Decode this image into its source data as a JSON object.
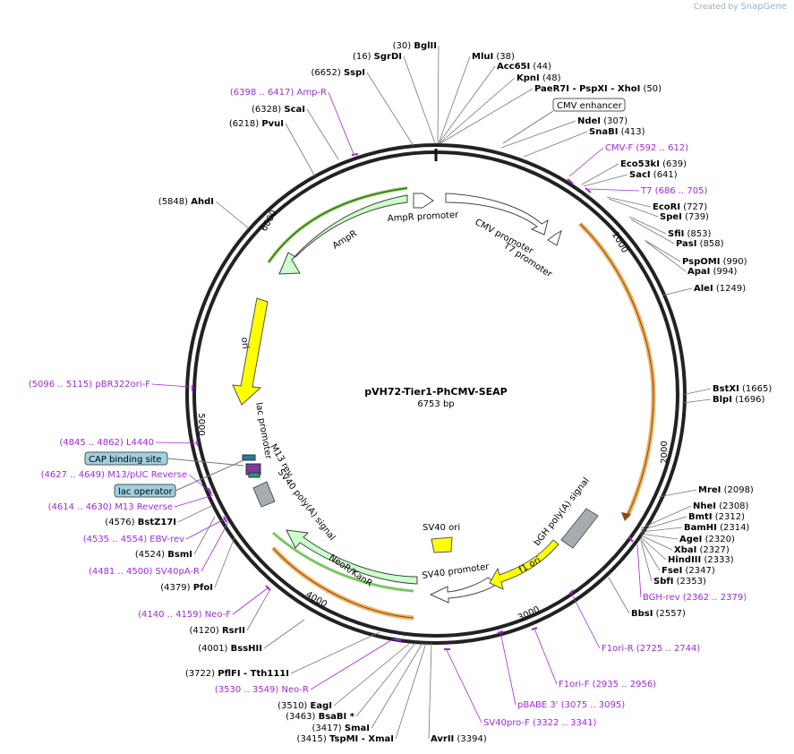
{
  "watermark": {
    "prefix": "Created by",
    "brand": "SnapGene"
  },
  "plasmid": {
    "name": "pVH72-Tier1-PhCMV-SEAP",
    "length_label": "6753 bp"
  },
  "colors": {
    "primer": "#a02ad8",
    "feature_outline": "#333333",
    "amp": "#ccffcc",
    "ori": "#ffff00",
    "grey": "#a8abb0",
    "lac_box": "#9fd0e0",
    "orf_orange": "#f0b060"
  },
  "ticks": [
    "1000",
    "2000",
    "3000",
    "4000",
    "5000",
    "6000"
  ],
  "sites": [
    {
      "pos": "(30)",
      "name": "BglII"
    },
    {
      "pos": "(16)",
      "name": "SgrDI"
    },
    {
      "pos": "(6652)",
      "name": "SspI"
    },
    {
      "pos": "(6398 .. 6417)",
      "name": "Amp-R",
      "primer": true
    },
    {
      "pos": "(6328)",
      "name": "ScaI"
    },
    {
      "pos": "(6218)",
      "name": "PvuI"
    },
    {
      "pos": "(5848)",
      "name": "AhdI"
    },
    {
      "pos": "(5096 .. 5115)",
      "name": "pBR322ori-F",
      "primer": true
    },
    {
      "pos": "(4845 .. 4862)",
      "name": "L4440",
      "primer": true
    },
    {
      "pos": "(4627 .. 4649)",
      "name": "M13/pUC Reverse",
      "primer": true
    },
    {
      "pos": "(4614 .. 4630)",
      "name": "M13 Reverse",
      "primer": true
    },
    {
      "pos": "(4576)",
      "name": "BstZ17I"
    },
    {
      "pos": "(4535 .. 4554)",
      "name": "EBV-rev",
      "primer": true
    },
    {
      "pos": "(4524)",
      "name": "BsmI"
    },
    {
      "pos": "(4481 .. 4500)",
      "name": "SV40pA-R",
      "primer": true
    },
    {
      "pos": "(4379)",
      "name": "PfoI"
    },
    {
      "pos": "(4140 .. 4159)",
      "name": "Neo-F",
      "primer": true
    },
    {
      "pos": "(4120)",
      "name": "RsrII"
    },
    {
      "pos": "(4001)",
      "name": "BssHII"
    },
    {
      "pos": "(3722)",
      "name": "PflFI - Tth111I"
    },
    {
      "pos": "(3530 .. 3549)",
      "name": "Neo-R",
      "primer": true
    },
    {
      "pos": "(3510)",
      "name": "EagI"
    },
    {
      "pos": "(3463)",
      "name": "BsaBI *"
    },
    {
      "pos": "(3417)",
      "name": "SmaI"
    },
    {
      "pos": "(3415)",
      "name": "TspMI - XmaI"
    },
    {
      "pos": "(3394)",
      "name": "AvrII"
    },
    {
      "pos": "(3322 .. 3341)",
      "name": "SV40pro-F",
      "primer": true
    },
    {
      "pos": "(3075 .. 3095)",
      "name": "pBABE 3'",
      "primer": true
    },
    {
      "pos": "(2935 .. 2956)",
      "name": "F1ori-F",
      "primer": true
    },
    {
      "pos": "(2725 .. 2744)",
      "name": "F1ori-R",
      "primer": true
    },
    {
      "pos": "(2557)",
      "name": "BbsI"
    },
    {
      "pos": "(2362 .. 2379)",
      "name": "BGH-rev",
      "primer": true
    },
    {
      "pos": "(2353)",
      "name": "SbfI"
    },
    {
      "pos": "(2347)",
      "name": "FseI"
    },
    {
      "pos": "(2333)",
      "name": "HindIII"
    },
    {
      "pos": "(2327)",
      "name": "XbaI"
    },
    {
      "pos": "(2320)",
      "name": "AgeI"
    },
    {
      "pos": "(2314)",
      "name": "BamHI"
    },
    {
      "pos": "(2312)",
      "name": "BmtI"
    },
    {
      "pos": "(2308)",
      "name": "NheI"
    },
    {
      "pos": "(2098)",
      "name": "MreI"
    },
    {
      "pos": "(1696)",
      "name": "BlpI"
    },
    {
      "pos": "(1665)",
      "name": "BstXI"
    },
    {
      "pos": "(1249)",
      "name": "AleI"
    },
    {
      "pos": "(994)",
      "name": "ApaI"
    },
    {
      "pos": "(990)",
      "name": "PspOMI"
    },
    {
      "pos": "(858)",
      "name": "PasI"
    },
    {
      "pos": "(853)",
      "name": "SfiI"
    },
    {
      "pos": "(739)",
      "name": "SpeI"
    },
    {
      "pos": "(727)",
      "name": "EcoRI"
    },
    {
      "pos": "(686 .. 705)",
      "name": "T7",
      "primer": true
    },
    {
      "pos": "(641)",
      "name": "SacI"
    },
    {
      "pos": "(639)",
      "name": "Eco53kI"
    },
    {
      "pos": "(592 .. 612)",
      "name": "CMV-F",
      "primer": true
    },
    {
      "pos": "(413)",
      "name": "SnaBI"
    },
    {
      "pos": "(307)",
      "name": "NdeI"
    },
    {
      "pos": "(50)",
      "name": "PaeR7I - PspXI - XhoI"
    },
    {
      "pos": "(48)",
      "name": "KpnI"
    },
    {
      "pos": "(44)",
      "name": "Acc65I"
    },
    {
      "pos": "(38)",
      "name": "MluI"
    }
  ],
  "boxed_labels": {
    "cmv_enhancer": "CMV enhancer",
    "cap_site": "CAP binding site",
    "lac_operator": "lac operator"
  },
  "features": {
    "ampr_promoter": "AmpR promoter",
    "ampr": "AmpR",
    "cmv_promoter": "CMV promoter",
    "t7_promoter": "T7 promoter",
    "ori": "ori",
    "lac_promoter": "lac promoter",
    "m13_rev": "M13 rev",
    "sv40_polya": "SV40 poly(A) signal",
    "neo_kan": "NeoR/KanR",
    "sv40_ori": "SV40 ori",
    "sv40_promoter": "SV40 promoter",
    "f1_ori": "f1 ori",
    "bgh_polya": "bGH poly(A) signal"
  }
}
